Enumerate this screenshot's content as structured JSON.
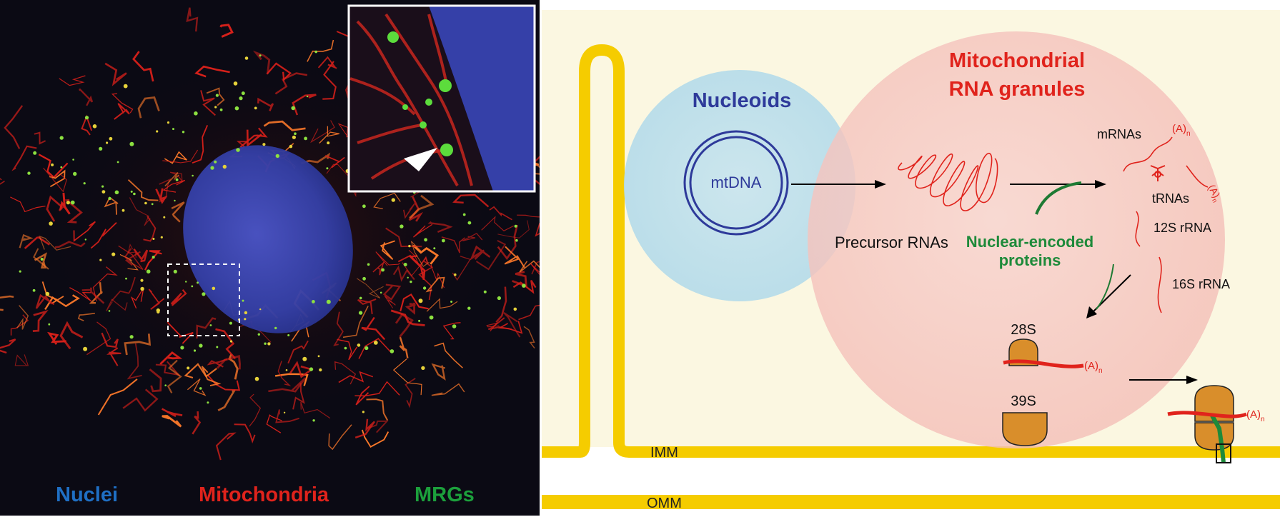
{
  "micrograph": {
    "legend": {
      "nuclei": "Nuclei",
      "mitochondria": "Mitochondria",
      "mrgs": "MRGs"
    },
    "colors": {
      "nuclei": "#1f6fc4",
      "mitochondria": "#e0231c",
      "mrgs": "#1ca03c"
    }
  },
  "schematic": {
    "nucleoids": {
      "title": "Nucleoids",
      "mtdna": "mtDNA"
    },
    "granules": {
      "title_line1": "Mitochondrial",
      "title_line2": "RNA granules"
    },
    "labels": {
      "precursor": "Precursor RNAs",
      "nuclear_line1": "Nuclear-encoded",
      "nuclear_line2": "proteins",
      "mrnas": "mRNAs",
      "trnas": "tRNAs",
      "rrna12": "12S rRNA",
      "rrna16": "16S rRNA",
      "s28": "28S",
      "s39": "39S",
      "polya": "(A)",
      "polya_sub": "n",
      "imm": "IMM",
      "omm": "OMM"
    },
    "colors": {
      "membrane": "#f5cc00",
      "nucleoid_title": "#2e3a9a",
      "granule_title": "#e0231c",
      "nuclear_text": "#1e8a3a",
      "ribosome": "#d98e2b",
      "rna": "#e0231c",
      "background": "#fbf7e1"
    }
  }
}
